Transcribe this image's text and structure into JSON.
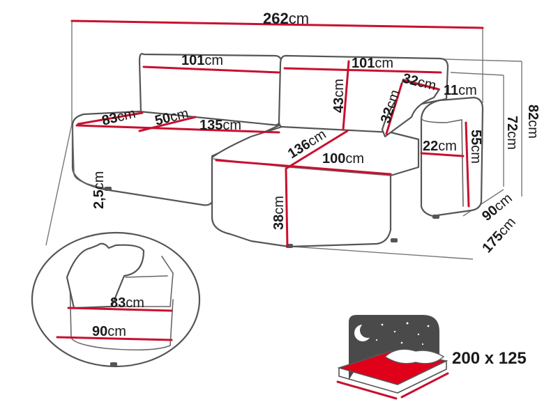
{
  "dimensions": {
    "total_width": {
      "num": "262",
      "unit": "cm"
    },
    "back_left": {
      "num": "101",
      "unit": "cm"
    },
    "back_right": {
      "num": "101",
      "unit": "cm"
    },
    "back_height": {
      "num": "43",
      "unit": "cm"
    },
    "pillow_width": {
      "num": "32",
      "unit": "cm"
    },
    "pillow_height": {
      "num": "32",
      "unit": "cm"
    },
    "arm_width": {
      "num": "11",
      "unit": "cm"
    },
    "total_height": {
      "num": "82",
      "unit": "cm"
    },
    "arm_height": {
      "num": "72",
      "unit": "cm"
    },
    "arm_inner": {
      "num": "55",
      "unit": "cm"
    },
    "seat_depth_left": {
      "num": "83",
      "unit": "cm"
    },
    "seat_width_mid": {
      "num": "50",
      "unit": "cm"
    },
    "seat_width": {
      "num": "135",
      "unit": "cm"
    },
    "chaise_length": {
      "num": "136",
      "unit": "cm"
    },
    "chaise_width": {
      "num": "100",
      "unit": "cm"
    },
    "arm_depth": {
      "num": "22",
      "unit": "cm"
    },
    "leg_height": {
      "num": "2,5",
      "unit": "cm"
    },
    "seat_height": {
      "num": "38",
      "unit": "cm"
    },
    "depth": {
      "num": "90",
      "unit": "cm"
    },
    "chaise_depth": {
      "num": "175",
      "unit": "cm"
    },
    "detail_seat": {
      "num": "83",
      "unit": "cm"
    },
    "detail_depth": {
      "num": "90",
      "unit": "cm"
    },
    "bed_size": "200 x 125"
  },
  "colors": {
    "dimension_line": "#c8102e",
    "outline": "#555555",
    "bed_sheet": "#e0001a",
    "night_sky": "#4a4a4a"
  }
}
